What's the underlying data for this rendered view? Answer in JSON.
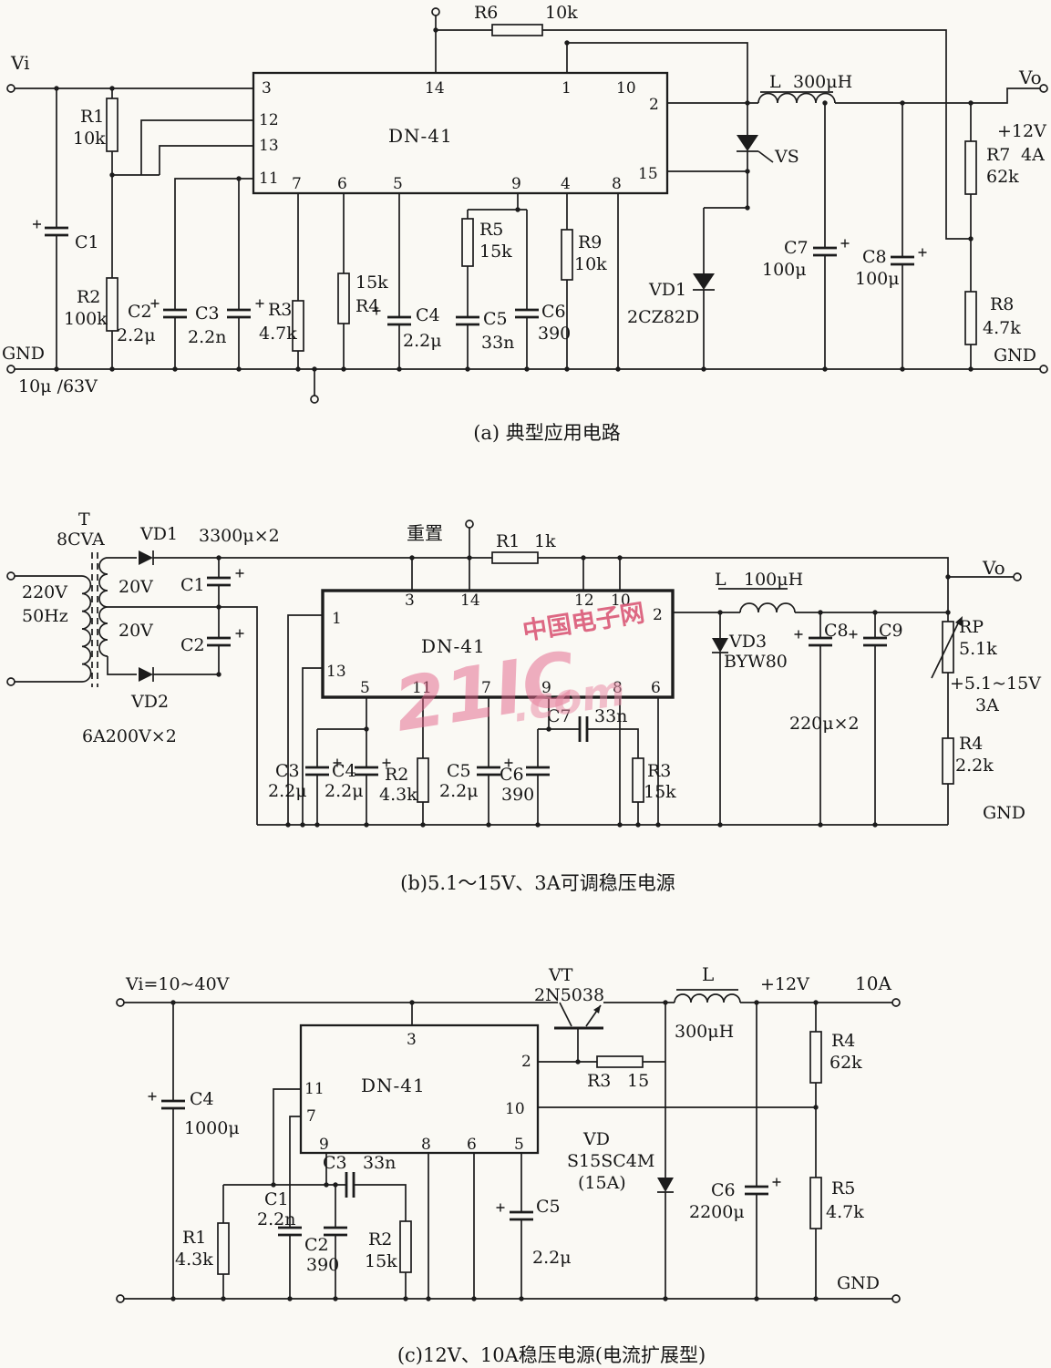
{
  "page": {
    "background": "#faf9f4",
    "ink": "#1c1c1c",
    "watermark_color": "#e0557a",
    "watermark": {
      "cn": "中国电子网",
      "big": "21IC",
      "com": ".com"
    }
  },
  "circuit_a": {
    "caption": "(a) 典型应用电路",
    "ic_label": "DN-41",
    "pins": {
      "p3": "3",
      "p14": "14",
      "p1": "1",
      "p10": "10",
      "p2": "2",
      "p15": "15",
      "p12": "12",
      "p13": "13",
      "p11": "11",
      "p7": "7",
      "p6": "6",
      "p5": "5",
      "p9": "9",
      "p4": "4",
      "p8": "8"
    },
    "labels": {
      "vi": "Vi",
      "gnd_left": "GND",
      "c1_rating": "10μ /63V",
      "r1": "R1",
      "r1_val": "10k",
      "c1": "C1",
      "r2": "R2",
      "r2_val": "100k",
      "c2": "C2",
      "c2_val": "2.2μ",
      "c3": "C3",
      "c3_val": "2.2n",
      "r3": "R3",
      "r3_val": "4.7k",
      "r4_val": "15k",
      "r4": "R4",
      "c4": "C4",
      "c4_val": "2.2μ",
      "r5": "R5",
      "r5_val": "15k",
      "c5": "C5",
      "c5_val": "33n",
      "c6": "C6",
      "c6_val": "390",
      "r9": "R9",
      "r9_val": "10k",
      "r6": "R6",
      "r6_val": "10k",
      "l": "L",
      "l_val": "300μH",
      "vs": "VS",
      "vd1": "VD1",
      "vd1_val": "2CZ82D",
      "c7": "C7",
      "c7_val": "100μ",
      "c8": "C8",
      "c8_val": "100μ",
      "vo": "Vo",
      "v_out": "+12V",
      "r7": "R7",
      "i_out": "4A",
      "r7_val": "62k",
      "r8": "R8",
      "r8_val": "4.7k",
      "gnd_right": "GND"
    }
  },
  "circuit_b": {
    "caption": "(b)5.1～15V、3A可调稳压电源",
    "ic_label": "DN-41",
    "pins": {
      "p1": "1",
      "p13": "13",
      "p3": "3",
      "p14": "14",
      "p12": "12",
      "p10": "10",
      "p2": "2",
      "p5": "5",
      "p11": "11",
      "p7": "7",
      "p9": "9",
      "p8": "8",
      "p6": "6"
    },
    "labels": {
      "t": "T",
      "t_val": "8CVA",
      "vd1": "VD1",
      "cap_note": "3300μ×2",
      "v_in": "220V",
      "freq": "50Hz",
      "w1": "20V",
      "w2": "20V",
      "c1": "C1",
      "c2": "C2",
      "vd2": "VD2",
      "diode_note": "6A200V×2",
      "reset": "重置",
      "r1": "R1",
      "r1_val": "1k",
      "vo": "Vo",
      "vd3": "VD3",
      "vd3_val": "BYW80",
      "l": "L",
      "l_val": "100μH",
      "c8": "C8",
      "c9": "C9",
      "cap_note2": "220μ×2",
      "rp": "RP",
      "rp_val": "5.1k",
      "v_out": "+5.1~15V",
      "i_out": "3A",
      "r4": "R4",
      "r4_val": "2.2k",
      "gnd": "GND",
      "c3": "C3",
      "c3_val": "2.2μ",
      "c4": "C4",
      "c4_val": "2.2μ",
      "r2": "R2",
      "r2_val": "4.3k",
      "c5": "C5",
      "c5_val": "2.2μ",
      "c6": "C6",
      "c6_val": "390",
      "c7": "C7",
      "c7_val": "33n",
      "r3": "R3",
      "r3_val": "15k"
    }
  },
  "circuit_c": {
    "caption": "(c)12V、10A稳压电源(电流扩展型)",
    "ic_label": "DN-41",
    "pins": {
      "p3": "3",
      "p11": "11",
      "p7": "7",
      "p9": "9",
      "p8": "8",
      "p6": "6",
      "p5": "5",
      "p2": "2",
      "p10": "10"
    },
    "labels": {
      "vi": "Vi=10~40V",
      "vt": "VT",
      "vt_val": "2N5038",
      "l": "L",
      "l_val": "300μH",
      "v_out": "+12V",
      "i_out": "10A",
      "r3": "R3",
      "r3_val": "15",
      "r4": "R4",
      "r4_val": "62k",
      "c4": "C4",
      "c4_val": "1000μ",
      "c1": "C1",
      "c1_val": "2.2n",
      "c2": "C2",
      "c2_val": "390",
      "c3": "C3",
      "c3_val": "33n",
      "r2": "R2",
      "r2_val": "15k",
      "r1": "R1",
      "r1_val": "4.3k",
      "c5": "C5",
      "c5_val": "2.2μ",
      "vd": "VD",
      "vd_val": "S15SC4M",
      "vd_val2": "(15A)",
      "c6": "C6",
      "c6_val": "2200μ",
      "r5": "R5",
      "r5_val": "4.7k",
      "gnd": "GND"
    }
  }
}
